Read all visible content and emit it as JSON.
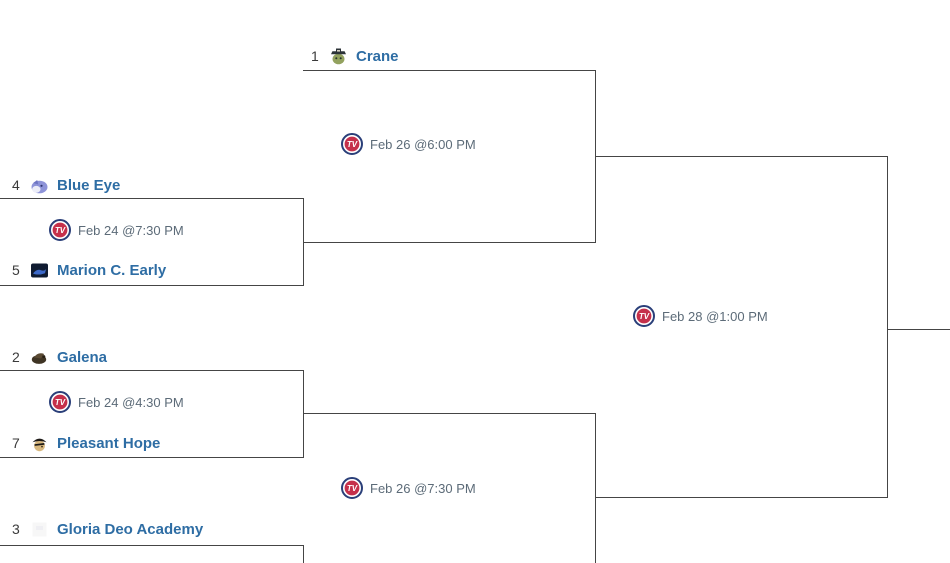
{
  "page": {
    "background": "#ffffff"
  },
  "colors": {
    "team_link": "#2e6da4",
    "seed_text": "#3a3a3a",
    "datetime_text": "#5c6b78",
    "bracket_line": "#454545",
    "tv_ring": "#2a3f79",
    "tv_center": "#c5304b"
  },
  "icons": {
    "tv_badge": "tv-icon",
    "tv_text": "TV"
  },
  "teams": {
    "crane": {
      "seed": "1",
      "name": "Crane",
      "logo": "crane-pirates-logo-icon"
    },
    "blue_eye": {
      "seed": "4",
      "name": "Blue Eye",
      "logo": "blue-eye-bulldogs-logo-icon"
    },
    "marion_c_early": {
      "seed": "5",
      "name": "Marion C. Early",
      "logo": "marion-c-early-panthers-logo-icon"
    },
    "galena": {
      "seed": "2",
      "name": "Galena",
      "logo": "galena-bears-logo-icon"
    },
    "pleasant_hope": {
      "seed": "7",
      "name": "Pleasant Hope",
      "logo": "pleasant-hope-pirates-logo-icon"
    },
    "gloria_deo": {
      "seed": "3",
      "name": "Gloria Deo Academy",
      "logo": "gloria-deo-academy-logo-icon"
    }
  },
  "games": {
    "semifinal_top": {
      "datetime": "Feb 26 @6:00 PM"
    },
    "quarterfinal_top": {
      "datetime": "Feb 24 @7:30 PM"
    },
    "final": {
      "datetime": "Feb 28 @1:00 PM"
    },
    "quarterfinal_bottom": {
      "datetime": "Feb 24 @4:30 PM"
    },
    "semifinal_bottom": {
      "datetime": "Feb 26 @7:30 PM"
    }
  }
}
